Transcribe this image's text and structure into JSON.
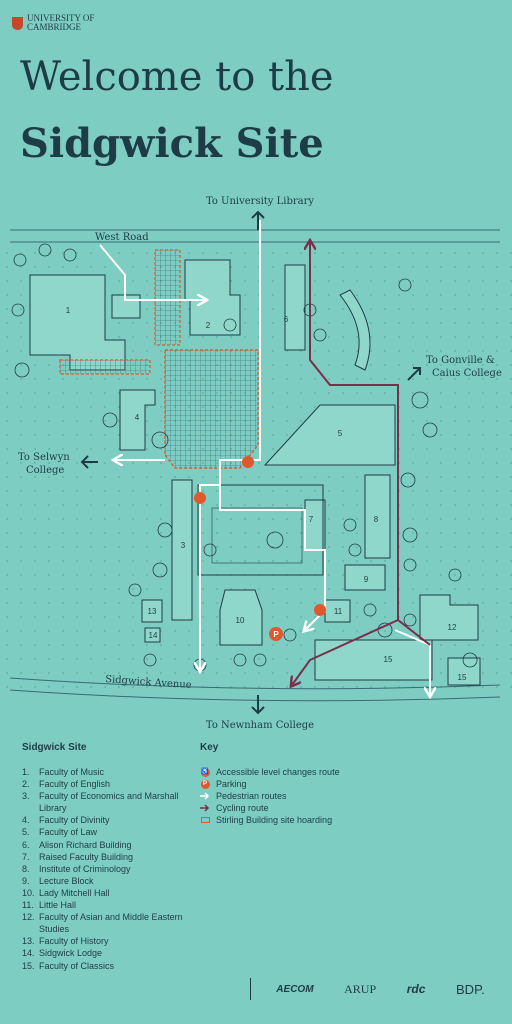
{
  "header": {
    "logo_line1": "UNIVERSITY OF",
    "logo_line2": "CAMBRIDGE",
    "title_line1": "Welcome to the",
    "title_line2": "Sidgwick Site"
  },
  "map": {
    "labels": {
      "to_ul": "To University Library",
      "west_road": "West Road",
      "to_gonville_1": "To Gonville &",
      "to_gonville_2": "Caius College",
      "to_selwyn_1": "To Selwyn",
      "to_selwyn_2": "College",
      "sidgwick_avenue": "Sidgwick Avenue",
      "to_newnham": "To Newnham College"
    },
    "building_numbers": [
      "1",
      "2",
      "3",
      "4",
      "5",
      "6",
      "7",
      "8",
      "9",
      "10",
      "11",
      "12",
      "13",
      "14",
      "15"
    ],
    "colors": {
      "background": "#7ecdc3",
      "building_fill": "#8fd6cb",
      "line": "#1e3c45",
      "pedestrian": "#ffffff",
      "cycling": "#7a2f4a",
      "accessible": "#e0582d",
      "hoarding": "#e0582d"
    }
  },
  "legend": {
    "sites_title": "Sidgwick Site",
    "sites": [
      {
        "n": "1.",
        "label": "Faculty of Music"
      },
      {
        "n": "2.",
        "label": "Faculty of English"
      },
      {
        "n": "3.",
        "label": "Faculty of Economics and Marshall Library"
      },
      {
        "n": "4.",
        "label": "Faculty of Divinity"
      },
      {
        "n": "5.",
        "label": "Faculty of Law"
      },
      {
        "n": "6.",
        "label": "Alison Richard Building"
      },
      {
        "n": "7.",
        "label": "Raised Faculty Building"
      },
      {
        "n": "8.",
        "label": "Institute of Criminology"
      },
      {
        "n": "9.",
        "label": "Lecture Block"
      },
      {
        "n": "10.",
        "label": "Lady Mitchell Hall"
      },
      {
        "n": "11.",
        "label": "Little Hall"
      },
      {
        "n": "12.",
        "label": "Faculty of Asian and Middle Eastern Studies"
      },
      {
        "n": "13.",
        "label": "Faculty of History"
      },
      {
        "n": "14.",
        "label": "Sidgwick Lodge"
      },
      {
        "n": "15.",
        "label": "Faculty of Classics"
      }
    ],
    "key_title": "Key",
    "key": [
      {
        "icon": "accessible-route-icon",
        "label": "Accessible level changes route"
      },
      {
        "icon": "parking-icon",
        "label": "Parking"
      },
      {
        "icon": "pedestrian-arrow-icon",
        "label": "Pedestrian routes"
      },
      {
        "icon": "cycling-arrow-icon",
        "label": "Cycling route"
      },
      {
        "icon": "hoarding-icon",
        "label": "Stirling Building site hoarding"
      }
    ]
  },
  "sponsors": [
    "AECOM",
    "ARUP",
    "rdc",
    "BDP."
  ]
}
